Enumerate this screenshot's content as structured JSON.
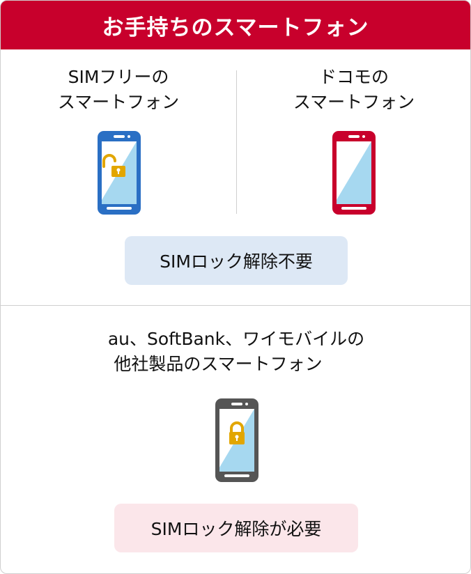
{
  "header": {
    "title": "お手持ちのスマートフォン"
  },
  "sim_free": {
    "line1": "SIMフリーの",
    "line2": "スマートフォン"
  },
  "docomo": {
    "line1": "ドコモの",
    "line2": "スマートフォン"
  },
  "top_badge": {
    "label": "SIMロック解除不要"
  },
  "other": {
    "line1": "au、SoftBank、ワイモバイルの",
    "line2": "他社製品のスマートフォン"
  },
  "bottom_badge": {
    "label": "SIMロック解除が必要"
  },
  "colors": {
    "header_bg": "#c8002c",
    "phone_blue": "#2a6fc4",
    "phone_red": "#c8002c",
    "phone_gray": "#555555",
    "screen": "#a6d8f0",
    "lock": "#e2a600",
    "badge_blue": "#dde8f5",
    "badge_pink": "#fbe6ea"
  }
}
